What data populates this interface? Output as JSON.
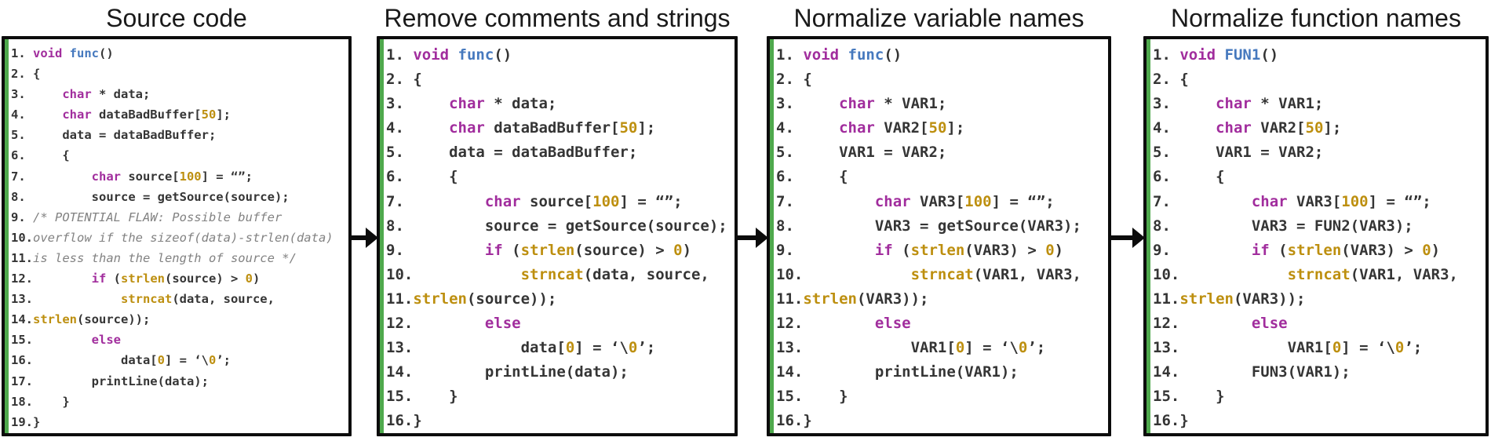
{
  "colors": {
    "keyword": "#a12d9d",
    "func": "#4679be",
    "gold": "#bd8f0f",
    "comment": "#828282",
    "plain": "#353535",
    "stripe": "#4fa94d",
    "border": "#0c0c0c",
    "title": "#1a1a1a"
  },
  "arrows": [
    "right",
    "right",
    "right"
  ],
  "panels": [
    {
      "title": "Source code",
      "lines": [
        [
          [
            "1. ",
            "p"
          ],
          [
            "void",
            "k"
          ],
          [
            " ",
            "p"
          ],
          [
            "func",
            "f"
          ],
          [
            "()",
            "p"
          ]
        ],
        [
          [
            "2. ",
            "p"
          ],
          [
            "{",
            "p"
          ]
        ],
        [
          [
            "3. ",
            "p"
          ],
          [
            "    ",
            "p"
          ],
          [
            "char",
            "k"
          ],
          [
            " * data;",
            "p"
          ]
        ],
        [
          [
            "4. ",
            "p"
          ],
          [
            "    ",
            "p"
          ],
          [
            "char",
            "k"
          ],
          [
            " dataBadBuffer[",
            "p"
          ],
          [
            "50",
            "n"
          ],
          [
            "];",
            "p"
          ]
        ],
        [
          [
            "5. ",
            "p"
          ],
          [
            "    ",
            "p"
          ],
          [
            "data = dataBadBuffer;",
            "p"
          ]
        ],
        [
          [
            "6. ",
            "p"
          ],
          [
            "    ",
            "p"
          ],
          [
            "{",
            "p"
          ]
        ],
        [
          [
            "7. ",
            "p"
          ],
          [
            "        ",
            "p"
          ],
          [
            "char",
            "k"
          ],
          [
            " source[",
            "p"
          ],
          [
            "100",
            "n"
          ],
          [
            "] = “”;",
            "p"
          ]
        ],
        [
          [
            "8. ",
            "p"
          ],
          [
            "        ",
            "p"
          ],
          [
            "source = getSource(source);",
            "p"
          ]
        ],
        [
          [
            "9. ",
            "p"
          ],
          [
            "/* POTENTIAL FLAW: Possible buffer",
            "c"
          ]
        ],
        [
          [
            "10.",
            "p"
          ],
          [
            "overflow if the sizeof(data)-strlen(data)",
            "c"
          ]
        ],
        [
          [
            "11.",
            "p"
          ],
          [
            "is less than the length of source */",
            "c"
          ]
        ],
        [
          [
            "12.",
            "p"
          ],
          [
            "        ",
            "p"
          ],
          [
            "if",
            "k"
          ],
          [
            " (",
            "p"
          ],
          [
            "strlen",
            "n"
          ],
          [
            "(source) > ",
            "p"
          ],
          [
            "0",
            "n"
          ],
          [
            ")",
            "p"
          ]
        ],
        [
          [
            "13.",
            "p"
          ],
          [
            "            ",
            "p"
          ],
          [
            "strncat",
            "n"
          ],
          [
            "(data, source,",
            "p"
          ]
        ],
        [
          [
            "14.",
            "p"
          ],
          [
            "strlen",
            "n"
          ],
          [
            "(source));",
            "p"
          ]
        ],
        [
          [
            "15.",
            "p"
          ],
          [
            "        ",
            "p"
          ],
          [
            "else",
            "k"
          ]
        ],
        [
          [
            "16.",
            "p"
          ],
          [
            "            ",
            "p"
          ],
          [
            "data[",
            "p"
          ],
          [
            "0",
            "n"
          ],
          [
            "] = ‘\\",
            "p"
          ],
          [
            "0",
            "n"
          ],
          [
            "’;",
            "p"
          ]
        ],
        [
          [
            "17.",
            "p"
          ],
          [
            "        ",
            "p"
          ],
          [
            "printLine(data);",
            "p"
          ]
        ],
        [
          [
            "18.",
            "p"
          ],
          [
            "    ",
            "p"
          ],
          [
            "}",
            "p"
          ]
        ],
        [
          [
            "19.",
            "p"
          ],
          [
            "}",
            "p"
          ]
        ]
      ]
    },
    {
      "title": "Remove comments and strings",
      "lines": [
        [
          [
            "1. ",
            "p"
          ],
          [
            "void",
            "k"
          ],
          [
            " ",
            "p"
          ],
          [
            "func",
            "f"
          ],
          [
            "()",
            "p"
          ]
        ],
        [
          [
            "2. ",
            "p"
          ],
          [
            "{",
            "p"
          ]
        ],
        [
          [
            "3. ",
            "p"
          ],
          [
            "    ",
            "p"
          ],
          [
            "char",
            "k"
          ],
          [
            " * data;",
            "p"
          ]
        ],
        [
          [
            "4. ",
            "p"
          ],
          [
            "    ",
            "p"
          ],
          [
            "char",
            "k"
          ],
          [
            " dataBadBuffer[",
            "p"
          ],
          [
            "50",
            "n"
          ],
          [
            "];",
            "p"
          ]
        ],
        [
          [
            "5. ",
            "p"
          ],
          [
            "    ",
            "p"
          ],
          [
            "data = dataBadBuffer;",
            "p"
          ]
        ],
        [
          [
            "6. ",
            "p"
          ],
          [
            "    ",
            "p"
          ],
          [
            "{",
            "p"
          ]
        ],
        [
          [
            "7. ",
            "p"
          ],
          [
            "        ",
            "p"
          ],
          [
            "char",
            "k"
          ],
          [
            " source[",
            "p"
          ],
          [
            "100",
            "n"
          ],
          [
            "] = “”;",
            "p"
          ]
        ],
        [
          [
            "8. ",
            "p"
          ],
          [
            "        ",
            "p"
          ],
          [
            "source = getSource(source);",
            "p"
          ]
        ],
        [
          [
            "9. ",
            "p"
          ],
          [
            "        ",
            "p"
          ],
          [
            "if",
            "k"
          ],
          [
            " (",
            "p"
          ],
          [
            "strlen",
            "n"
          ],
          [
            "(source) > ",
            "p"
          ],
          [
            "0",
            "n"
          ],
          [
            ")",
            "p"
          ]
        ],
        [
          [
            "10.",
            "p"
          ],
          [
            "            ",
            "p"
          ],
          [
            "strncat",
            "n"
          ],
          [
            "(data, source,",
            "p"
          ]
        ],
        [
          [
            "11.",
            "p"
          ],
          [
            "strlen",
            "n"
          ],
          [
            "(source));",
            "p"
          ]
        ],
        [
          [
            "12.",
            "p"
          ],
          [
            "        ",
            "p"
          ],
          [
            "else",
            "k"
          ]
        ],
        [
          [
            "13.",
            "p"
          ],
          [
            "            ",
            "p"
          ],
          [
            "data[",
            "p"
          ],
          [
            "0",
            "n"
          ],
          [
            "] = ‘\\",
            "p"
          ],
          [
            "0",
            "n"
          ],
          [
            "’;",
            "p"
          ]
        ],
        [
          [
            "14.",
            "p"
          ],
          [
            "        ",
            "p"
          ],
          [
            "printLine(data);",
            "p"
          ]
        ],
        [
          [
            "15.",
            "p"
          ],
          [
            "    ",
            "p"
          ],
          [
            "}",
            "p"
          ]
        ],
        [
          [
            "16.",
            "p"
          ],
          [
            "}",
            "p"
          ]
        ]
      ]
    },
    {
      "title": "Normalize variable names",
      "lines": [
        [
          [
            "1. ",
            "p"
          ],
          [
            "void",
            "k"
          ],
          [
            " ",
            "p"
          ],
          [
            "func",
            "f"
          ],
          [
            "()",
            "p"
          ]
        ],
        [
          [
            "2. ",
            "p"
          ],
          [
            "{",
            "p"
          ]
        ],
        [
          [
            "3. ",
            "p"
          ],
          [
            "    ",
            "p"
          ],
          [
            "char",
            "k"
          ],
          [
            " * VAR1;",
            "p"
          ]
        ],
        [
          [
            "4. ",
            "p"
          ],
          [
            "    ",
            "p"
          ],
          [
            "char",
            "k"
          ],
          [
            " VAR2[",
            "p"
          ],
          [
            "50",
            "n"
          ],
          [
            "];",
            "p"
          ]
        ],
        [
          [
            "5. ",
            "p"
          ],
          [
            "    ",
            "p"
          ],
          [
            "VAR1 = VAR2;",
            "p"
          ]
        ],
        [
          [
            "6. ",
            "p"
          ],
          [
            "    ",
            "p"
          ],
          [
            "{",
            "p"
          ]
        ],
        [
          [
            "7. ",
            "p"
          ],
          [
            "        ",
            "p"
          ],
          [
            "char",
            "k"
          ],
          [
            " VAR3[",
            "p"
          ],
          [
            "100",
            "n"
          ],
          [
            "] = “”;",
            "p"
          ]
        ],
        [
          [
            "8. ",
            "p"
          ],
          [
            "        ",
            "p"
          ],
          [
            "VAR3 = getSource(VAR3);",
            "p"
          ]
        ],
        [
          [
            "9. ",
            "p"
          ],
          [
            "        ",
            "p"
          ],
          [
            "if",
            "k"
          ],
          [
            " (",
            "p"
          ],
          [
            "strlen",
            "n"
          ],
          [
            "(VAR3) > ",
            "p"
          ],
          [
            "0",
            "n"
          ],
          [
            ")",
            "p"
          ]
        ],
        [
          [
            "10.",
            "p"
          ],
          [
            "            ",
            "p"
          ],
          [
            "strncat",
            "n"
          ],
          [
            "(VAR1, VAR3,",
            "p"
          ]
        ],
        [
          [
            "11.",
            "p"
          ],
          [
            "strlen",
            "n"
          ],
          [
            "(VAR3));",
            "p"
          ]
        ],
        [
          [
            "12.",
            "p"
          ],
          [
            "        ",
            "p"
          ],
          [
            "else",
            "k"
          ]
        ],
        [
          [
            "13.",
            "p"
          ],
          [
            "            ",
            "p"
          ],
          [
            "VAR1[",
            "p"
          ],
          [
            "0",
            "n"
          ],
          [
            "] = ‘\\",
            "p"
          ],
          [
            "0",
            "n"
          ],
          [
            "’;",
            "p"
          ]
        ],
        [
          [
            "14.",
            "p"
          ],
          [
            "        ",
            "p"
          ],
          [
            "printLine(VAR1);",
            "p"
          ]
        ],
        [
          [
            "15.",
            "p"
          ],
          [
            "    ",
            "p"
          ],
          [
            "}",
            "p"
          ]
        ],
        [
          [
            "16.",
            "p"
          ],
          [
            "}",
            "p"
          ]
        ]
      ]
    },
    {
      "title": "Normalize function names",
      "lines": [
        [
          [
            "1. ",
            "p"
          ],
          [
            "void",
            "k"
          ],
          [
            " ",
            "p"
          ],
          [
            "FUN1",
            "f"
          ],
          [
            "()",
            "p"
          ]
        ],
        [
          [
            "2. ",
            "p"
          ],
          [
            "{",
            "p"
          ]
        ],
        [
          [
            "3. ",
            "p"
          ],
          [
            "    ",
            "p"
          ],
          [
            "char",
            "k"
          ],
          [
            " * VAR1;",
            "p"
          ]
        ],
        [
          [
            "4. ",
            "p"
          ],
          [
            "    ",
            "p"
          ],
          [
            "char",
            "k"
          ],
          [
            " VAR2[",
            "p"
          ],
          [
            "50",
            "n"
          ],
          [
            "];",
            "p"
          ]
        ],
        [
          [
            "5. ",
            "p"
          ],
          [
            "    ",
            "p"
          ],
          [
            "VAR1 = VAR2;",
            "p"
          ]
        ],
        [
          [
            "6. ",
            "p"
          ],
          [
            "    ",
            "p"
          ],
          [
            "{",
            "p"
          ]
        ],
        [
          [
            "7. ",
            "p"
          ],
          [
            "        ",
            "p"
          ],
          [
            "char",
            "k"
          ],
          [
            " VAR3[",
            "p"
          ],
          [
            "100",
            "n"
          ],
          [
            "] = “”;",
            "p"
          ]
        ],
        [
          [
            "8. ",
            "p"
          ],
          [
            "        ",
            "p"
          ],
          [
            "VAR3 = FUN2(VAR3);",
            "p"
          ]
        ],
        [
          [
            "9. ",
            "p"
          ],
          [
            "        ",
            "p"
          ],
          [
            "if",
            "k"
          ],
          [
            " (",
            "p"
          ],
          [
            "strlen",
            "n"
          ],
          [
            "(VAR3) > ",
            "p"
          ],
          [
            "0",
            "n"
          ],
          [
            ")",
            "p"
          ]
        ],
        [
          [
            "10.",
            "p"
          ],
          [
            "            ",
            "p"
          ],
          [
            "strncat",
            "n"
          ],
          [
            "(VAR1, VAR3,",
            "p"
          ]
        ],
        [
          [
            "11.",
            "p"
          ],
          [
            "strlen",
            "n"
          ],
          [
            "(VAR3));",
            "p"
          ]
        ],
        [
          [
            "12.",
            "p"
          ],
          [
            "        ",
            "p"
          ],
          [
            "else",
            "k"
          ]
        ],
        [
          [
            "13.",
            "p"
          ],
          [
            "            ",
            "p"
          ],
          [
            "VAR1[",
            "p"
          ],
          [
            "0",
            "n"
          ],
          [
            "] = ‘\\",
            "p"
          ],
          [
            "0",
            "n"
          ],
          [
            "’;",
            "p"
          ]
        ],
        [
          [
            "14.",
            "p"
          ],
          [
            "        ",
            "p"
          ],
          [
            "FUN3(VAR1);",
            "p"
          ]
        ],
        [
          [
            "15.",
            "p"
          ],
          [
            "    ",
            "p"
          ],
          [
            "}",
            "p"
          ]
        ],
        [
          [
            "16.",
            "p"
          ],
          [
            "}",
            "p"
          ]
        ]
      ]
    }
  ]
}
